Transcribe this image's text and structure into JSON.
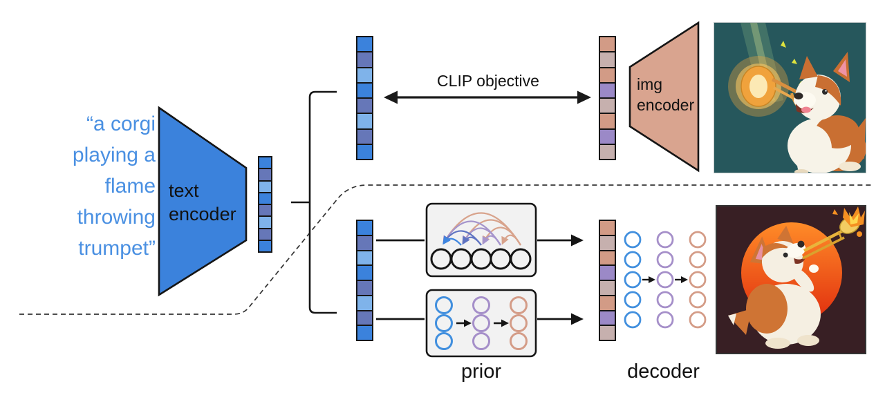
{
  "prompt": {
    "lines": [
      "“a corgi",
      "playing a",
      "flame",
      "throwing",
      "trumpet”"
    ],
    "color": "#4a90e2"
  },
  "labels": {
    "text_encoder_line1": "text",
    "text_encoder_line2": "encoder",
    "img_encoder_line1": "img",
    "img_encoder_line2": "encoder",
    "clip_objective": "CLIP objective",
    "prior": "prior",
    "decoder": "decoder"
  },
  "colors": {
    "text_encoder_fill": "#3b82dc",
    "img_encoder_fill": "#d9a48f",
    "box_fill": "#f2f2f2",
    "line_black": "#1a1a1a",
    "ring_blue": "#418fde",
    "ring_purple": "#a58fc9",
    "ring_tan": "#d49c87",
    "arc_blue": "#3f86e0",
    "arc_slate": "#5f74c2",
    "arc_purple": "#a695cc",
    "arc_tan": "#d8a38c",
    "prompt_blue": "#4a90e2"
  },
  "embeddings": {
    "text_pattern": [
      "#3b82dc",
      "#6677b8",
      "#7fb3ea",
      "#3b82dc",
      "#6677b8",
      "#7fb3ea",
      "#6677b8",
      "#3b82dc"
    ],
    "image_pattern": [
      "#d29b86",
      "#c6b0ae",
      "#d29b86",
      "#9b89c7",
      "#c6b0ae",
      "#d29b86",
      "#9b89c7",
      "#c6b0ae"
    ]
  },
  "prior_module": {
    "autoregressive_circle_count": 5,
    "diffusion_grid": {
      "rows": 3,
      "cols": 3
    }
  },
  "decoder_module": {
    "grid": {
      "rows": 5,
      "cols": 3
    }
  }
}
